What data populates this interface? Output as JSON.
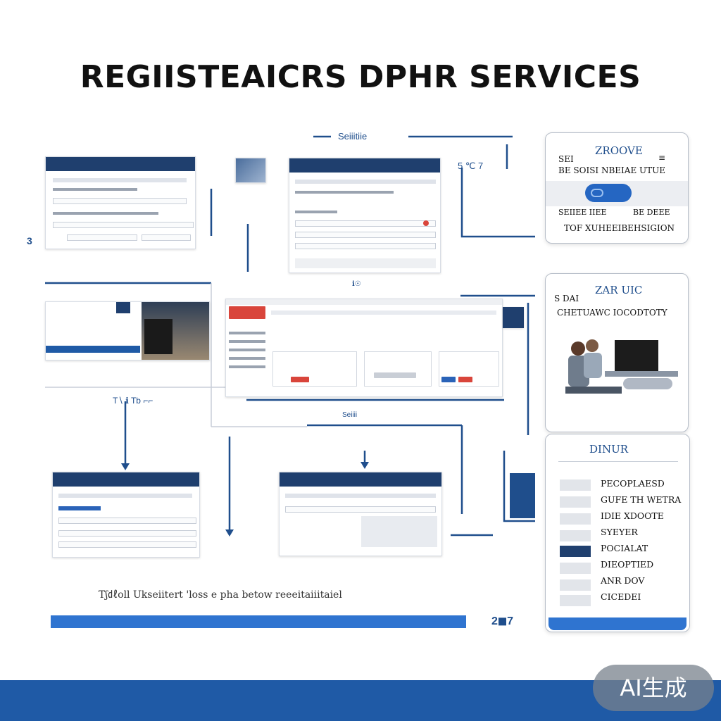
{
  "title": "REGIISTEAICRS DPHR SERVICES",
  "labels": {
    "top_center": "Seiiitiie",
    "top_right_num": "5 ℃ 7",
    "left_num": "3",
    "mid_caption": "ℹ☉",
    "mid_caption2": "Seiiii",
    "left_caption": "T∖ ℹ Tb ⌐⌐",
    "bottom_note": "Tʃ㎗oll  Ukseiitert  'loss  e pha  betow reeeitaiiitaiel",
    "bottom_right_num": "2◼7"
  },
  "card1": {
    "title": "ZROOVE",
    "left_tag": "SEI",
    "right_tag": "≡",
    "line1": "BE SOISI NBEIAE UTUE",
    "line2": "SEIIEE IIEE",
    "line2b": "BE  DEEE",
    "line3": "TOF XUHEEIBEHSIGION"
  },
  "card2": {
    "title": "ZAR UIC",
    "left_tag": "S DAI",
    "line1": "CHETUAWC IOCODTOTY"
  },
  "card3": {
    "title": "DINUR",
    "items": [
      {
        "label": "PECOPLAESD",
        "active": false
      },
      {
        "label": "GUFE TH WETRA",
        "active": false
      },
      {
        "label": "IDIE XDOOTE",
        "active": false
      },
      {
        "label": "SYEYER",
        "active": false
      },
      {
        "label": "POCIALAT",
        "active": true
      },
      {
        "label": "DIEOPTIED",
        "active": false
      },
      {
        "label": "ANR DOV",
        "active": false
      },
      {
        "label": "CICEDEI",
        "active": false
      }
    ]
  },
  "badge": "AI生成",
  "colors": {
    "accent": "#1f5aa6",
    "navy": "#1f3f6e",
    "red": "#d9453b"
  }
}
